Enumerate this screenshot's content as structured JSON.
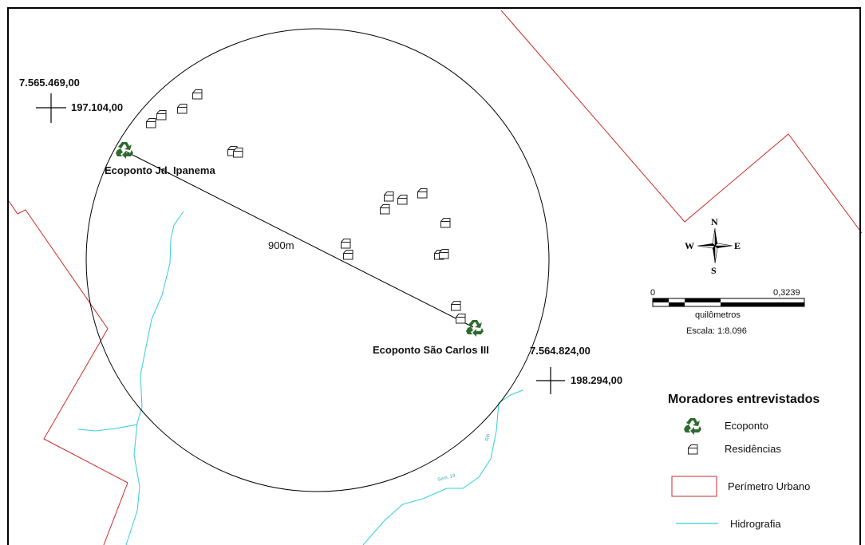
{
  "coordinates": {
    "top_left": {
      "northing": "7.565.469,00",
      "easting": "197.104,00"
    },
    "bottom_right": {
      "northing": "7.564.824,00",
      "easting": "198.294,00"
    }
  },
  "ecopontos": [
    {
      "name": "Ecoponto Jd. Ipanema"
    },
    {
      "name": "Ecoponto São Carlos III"
    }
  ],
  "distance_label": "900m",
  "stream_labels": [
    "Rib",
    "Sem. 19"
  ],
  "compass": {
    "n": "N",
    "s": "S",
    "e": "E",
    "w": "W"
  },
  "scale": {
    "start": "0",
    "end": "0,3239",
    "unit": "quilômetros",
    "ratio": "Escala: 1:8.096"
  },
  "legend": {
    "title": "Moradores entrevistados",
    "items": [
      {
        "label": "Ecoponto",
        "icon": "recycle-icon"
      },
      {
        "label": "Residências",
        "icon": "house-icon"
      },
      {
        "label": "Perímetro Urbano",
        "icon": "perimeter-swatch"
      },
      {
        "label": "Hidrografia",
        "icon": "river-line"
      }
    ]
  },
  "colors": {
    "perimeter": "#cc2a2a",
    "hydrography": "#33ccdd",
    "ecoponto": "#2e6b2e"
  }
}
